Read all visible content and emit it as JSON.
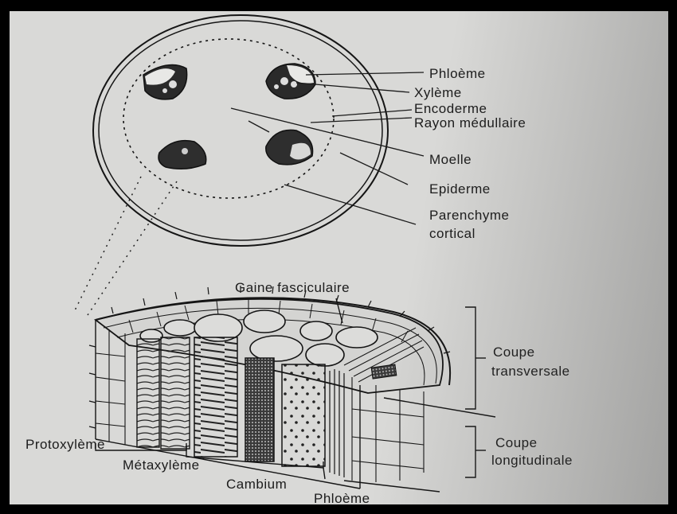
{
  "labels": {
    "phloeme_top": "Phloème",
    "xyleme": "Xylème",
    "endoderme": "Encoderme",
    "rayon": "Rayon médullaire",
    "moelle": "Moelle",
    "epiderme": "Epiderme",
    "parenchyme_1": "Parenchyme",
    "parenchyme_2": "cortical",
    "gaine": "Gaine fasciculaire",
    "coupe_t_1": "Coupe",
    "coupe_t_2": "transversale",
    "coupe_l_1": "Coupe",
    "coupe_l_2": "longitudinale",
    "protoxyleme": "Protoxylème",
    "metaxyleme": "Métaxylème",
    "cambium": "Cambium",
    "phloeme_bottom": "Phloème"
  }
}
